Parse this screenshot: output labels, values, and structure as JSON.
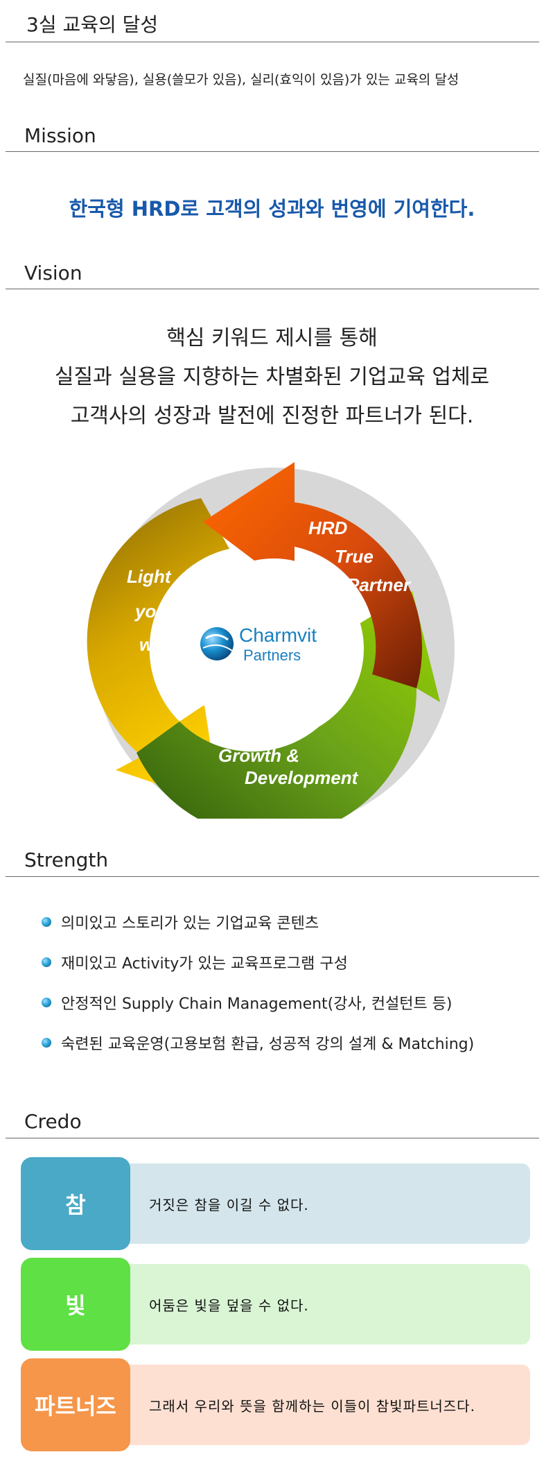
{
  "goal": {
    "title": "3실 교육의 달성",
    "text": "실질(마음에 와닿음), 실용(쓸모가 있음), 실리(효익이 있음)가 있는 교육의 달성"
  },
  "mission": {
    "title": "Mission",
    "text": "한국형 HRD로 고객의 성과와 번영에 기여한다."
  },
  "vision": {
    "title": "Vision",
    "lines": [
      "핵심 키워드 제시를 통해",
      "실질과 실용을 지향하는 차별화된 기업교육 업체로",
      "고객사의 성장과 발전에 진정한 파트너가 된다."
    ],
    "cycle": {
      "arrow1": [
        "HRD",
        "True",
        "Partner"
      ],
      "arrow2": [
        "Growth &",
        "Development"
      ],
      "arrow3": [
        "Light",
        "your",
        "way"
      ],
      "logo_name": "Charmvit",
      "logo_sub": "Partners",
      "colors": {
        "orange": "#e8540a",
        "green": "#6ba81a",
        "gold": "#e0b000",
        "logo_blue": "#1a7fc0"
      }
    }
  },
  "strength": {
    "title": "Strength",
    "items": [
      "의미있고 스토리가 있는 기업교육 콘텐츠",
      "재미있고 Activity가 있는 교육프로그램 구성",
      "안정적인 Supply Chain Management(강사, 컨설턴트 등)",
      "숙련된 교육운영(고용보험 환급, 성공적 강의 설계 & Matching)"
    ]
  },
  "credo": {
    "title": "Credo",
    "items": [
      {
        "key": "참",
        "text": "거짓은 참을 이길 수 없다.",
        "key_color": "#4aa9c6",
        "bar_color": "#d4e6ec"
      },
      {
        "key": "빛",
        "text": "어둠은 빛을 덮을 수 없다.",
        "key_color": "#5fe044",
        "bar_color": "#d9f5d4"
      },
      {
        "key": "파트너즈",
        "text": "그래서 우리와 뜻을 함께하는 이들이 참빛파트너즈다.",
        "key_color": "#f5964a",
        "bar_color": "#fde0d2"
      }
    ]
  }
}
